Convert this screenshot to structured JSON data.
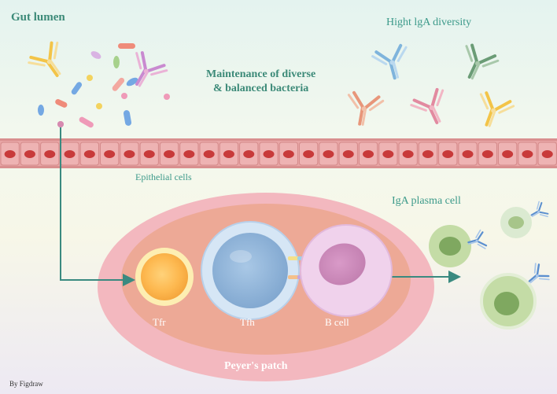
{
  "labels": {
    "gut_lumen": "Gut lumen",
    "maintenance_line1": "Maintenance of diverse",
    "maintenance_line2": "& balanced bacteria",
    "high_iga": "Hight lgA diversity",
    "epithelial": "Epithelial cells",
    "iga_plasma": "IgA plasma cell",
    "tfr": "Tfr",
    "tfh": "Tfh",
    "b_cell": "B cell",
    "peyers_patch": "Peyer's patch",
    "credit": "By Figdraw"
  },
  "colors": {
    "accent_teal": "#3c8a78",
    "arrow": "#3a8a80",
    "epithelium": "#e8a5a5",
    "nucleus": "#c83a3a",
    "patch_outer": "#f3b8bf",
    "patch_inner": "#eda996",
    "tfr": "#fdd583",
    "tfh": "#a8c8e8",
    "b_cell": "#eab8dc",
    "plasma": "#b6d48e"
  }
}
